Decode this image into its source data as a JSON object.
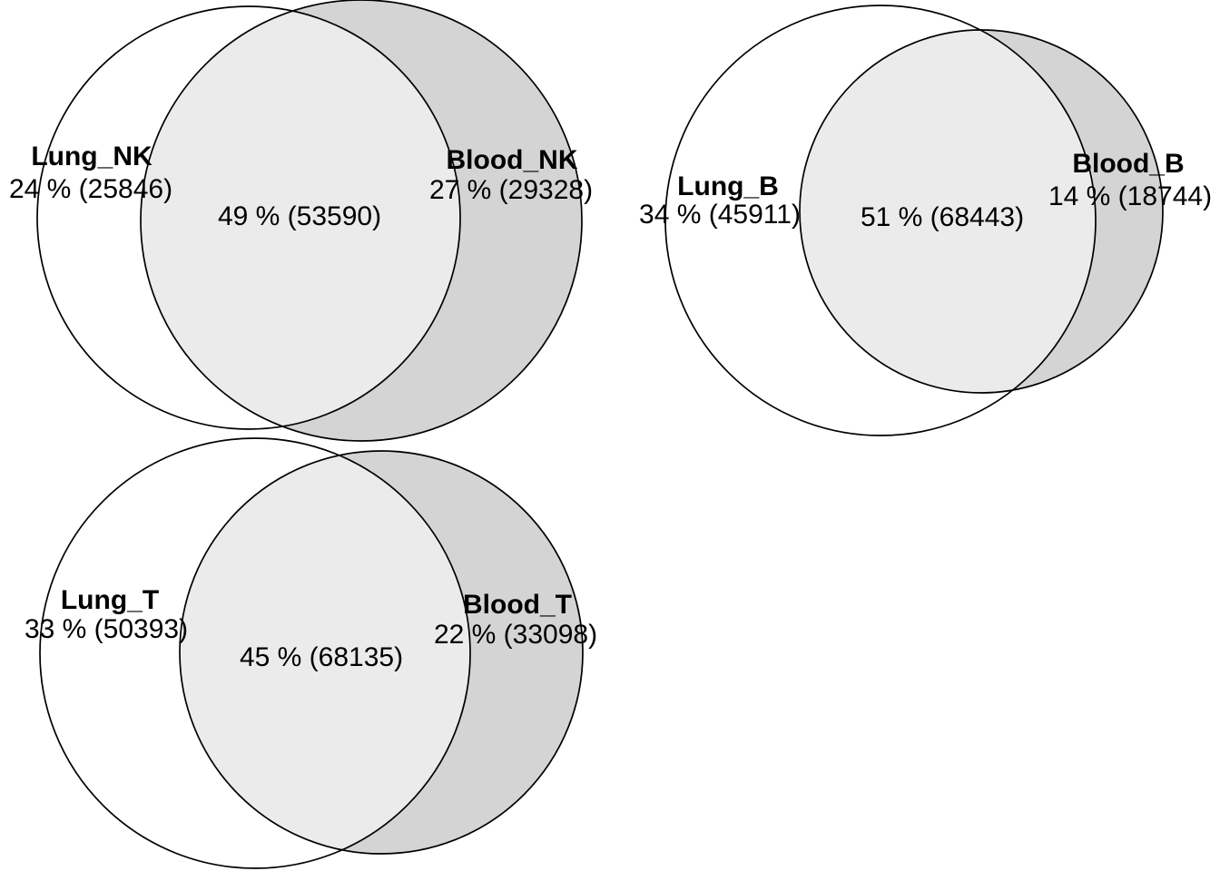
{
  "figure": {
    "description": "Three pairwise Venn diagrams comparing lung and blood cell populations (NK, B, T)",
    "background": "#ffffff"
  },
  "colors": {
    "left_fill": "#ffffff",
    "overlap_fill": "#ebebeb",
    "right_fill": "#d4d4d4",
    "outline": "#000000",
    "text": "#000000"
  },
  "venns": [
    {
      "id": "nk",
      "left_label": "Lung_NK",
      "left_value": "24 % (25846)",
      "overlap_value": "49 % (53590)",
      "right_label": "Blood_NK",
      "right_value": "27 % (29328)"
    },
    {
      "id": "b",
      "left_label": "Lung_B",
      "left_value": "34 % (45911)",
      "overlap_value": "51 % (68443)",
      "right_label": "Blood_B",
      "right_value": "14 % (18744)"
    },
    {
      "id": "t",
      "left_label": "Lung_T",
      "left_value": "33 % (50393)",
      "overlap_value": "45 % (68135)",
      "right_label": "Blood_T",
      "right_value": "22 % (33098)"
    }
  ],
  "chart_data": [
    {
      "type": "venn",
      "title": "Lung_NK vs Blood_NK",
      "sets": [
        "Lung_NK",
        "Blood_NK"
      ],
      "regions": [
        {
          "region": "Lung_NK only",
          "percent": 24,
          "count": 25846
        },
        {
          "region": "overlap",
          "percent": 49,
          "count": 53590
        },
        {
          "region": "Blood_NK only",
          "percent": 27,
          "count": 29328
        }
      ]
    },
    {
      "type": "venn",
      "title": "Lung_B vs Blood_B",
      "sets": [
        "Lung_B",
        "Blood_B"
      ],
      "regions": [
        {
          "region": "Lung_B only",
          "percent": 34,
          "count": 45911
        },
        {
          "region": "overlap",
          "percent": 51,
          "count": 68443
        },
        {
          "region": "Blood_B only",
          "percent": 14,
          "count": 18744
        }
      ]
    },
    {
      "type": "venn",
      "title": "Lung_T vs Blood_T",
      "sets": [
        "Lung_T",
        "Blood_T"
      ],
      "regions": [
        {
          "region": "Lung_T only",
          "percent": 33,
          "count": 50393
        },
        {
          "region": "overlap",
          "percent": 45,
          "count": 68135
        },
        {
          "region": "Blood_T only",
          "percent": 22,
          "count": 33098
        }
      ]
    }
  ]
}
